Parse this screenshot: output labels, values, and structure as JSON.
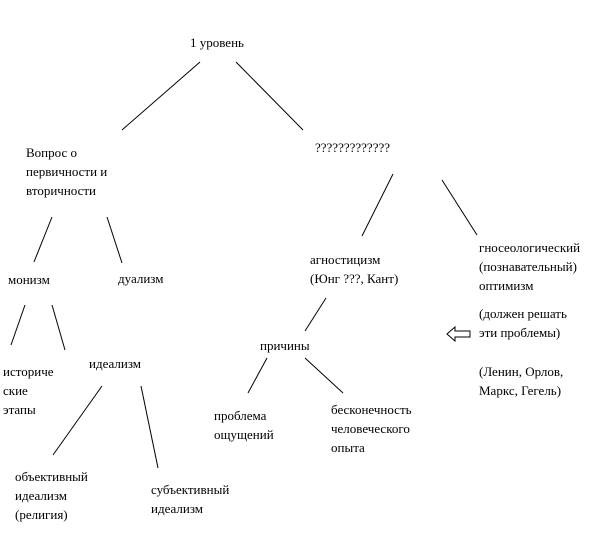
{
  "nodes": {
    "root": {
      "lines": [
        "1 уровень"
      ]
    },
    "question": {
      "lines": [
        "Вопрос о",
        "первичности и",
        "вторичности"
      ]
    },
    "unknown": {
      "lines": [
        "?????????????"
      ]
    },
    "monism": {
      "lines": [
        "монизм"
      ]
    },
    "dualism": {
      "lines": [
        "дуализм"
      ]
    },
    "agnosticism": {
      "lines": [
        "агностицизм",
        "(Юнг ???, Кант)"
      ]
    },
    "gnoseological": {
      "lines": [
        "гносеологический",
        "(познавательный)",
        "оптимизм"
      ]
    },
    "must_solve": {
      "lines": [
        "(должен решать",
        "эти проблемы)"
      ]
    },
    "names": {
      "lines": [
        "(Ленин, Орлов,",
        "Маркс, Гегель)"
      ]
    },
    "historical": {
      "lines": [
        "историче",
        "ские",
        "этапы"
      ]
    },
    "idealism": {
      "lines": [
        "идеализм"
      ]
    },
    "reasons": {
      "lines": [
        "причины"
      ]
    },
    "sensation_problem": {
      "lines": [
        "проблема",
        "ощущений"
      ]
    },
    "infinity": {
      "lines": [
        "бесконечность",
        "человеческого",
        "опыта"
      ]
    },
    "objective_idealism": {
      "lines": [
        "объективный",
        "идеализм",
        "(религия)"
      ]
    },
    "subjective_idealism": {
      "lines": [
        "субъективный",
        "идеализм"
      ]
    }
  }
}
